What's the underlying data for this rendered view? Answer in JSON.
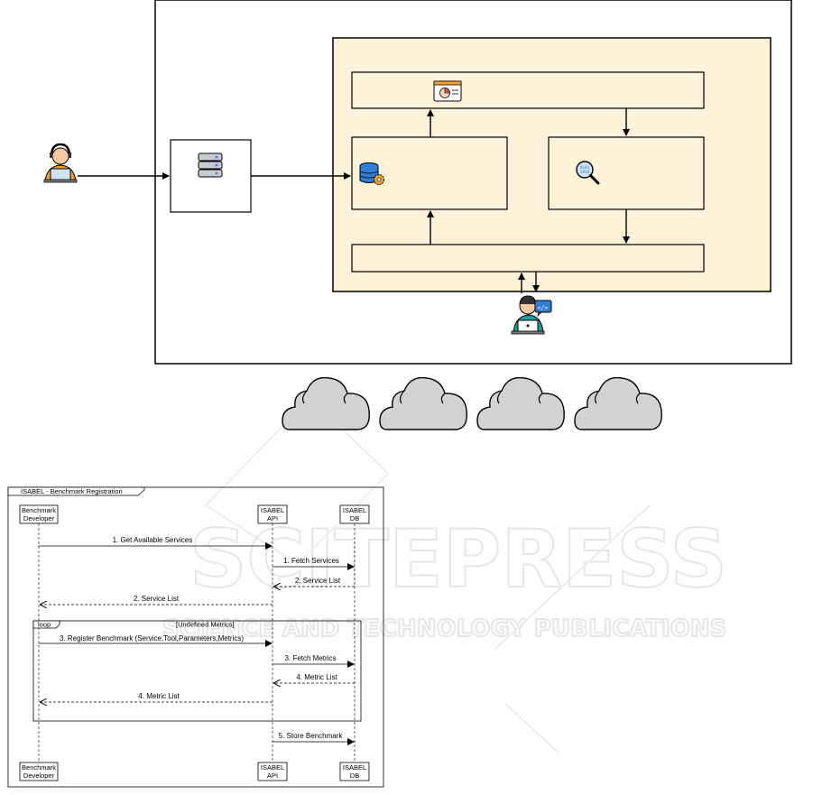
{
  "watermark": {
    "brand": "SCITEPRESS",
    "tagline": "SCIENCE AND TECHNOLOGY PUBLICATIONS"
  },
  "sequence": {
    "frame_title": "ISABEL - Benchmark Registration",
    "participants": {
      "developer": [
        "Benchmark",
        "Developer"
      ],
      "api": [
        "ISABEL",
        "API"
      ],
      "db": [
        "ISABEL",
        "DB"
      ]
    },
    "messages": {
      "m1": "1. Get Available Services",
      "m2": "1. Fetch Services",
      "m3": "2. Service List",
      "m4": "2. Service List",
      "m5": "3. Register Benchmark (Service,Tool,Parameters,Metrics)",
      "m6": "3. Fetch Metrics",
      "m7": "4. Metric List",
      "m8": "4. Metric List",
      "m9": "5. Store Benchmark"
    },
    "loop": {
      "label": "loop",
      "guard": "[Undefined Metrics]"
    }
  },
  "colors": {
    "panel_fill": "#fff2d9",
    "cloud_fill": "#d3d3d3",
    "icon_blue": "#2f7fd6",
    "icon_orange": "#f0a030"
  }
}
